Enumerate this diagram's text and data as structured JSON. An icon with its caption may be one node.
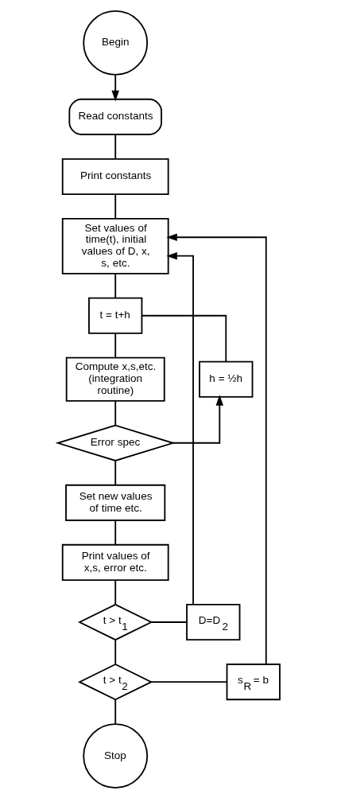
{
  "diagram": {
    "nodes": [
      {
        "text": [
          "Begin"
        ]
      },
      {
        "text": [
          "Read constants"
        ]
      },
      {
        "text": [
          "Print constants"
        ]
      },
      {
        "text": [
          "Set values of time(t), initial values of D, x, s, etc."
        ]
      },
      {
        "text": [
          "t = t+h"
        ]
      },
      {
        "text": [
          "Compute x,s,etc. (integration routine)"
        ]
      },
      {
        "text": [
          "h = ½h"
        ]
      },
      {
        "text": [
          "Error spec"
        ]
      },
      {
        "text": [
          "Set new values of time etc."
        ]
      },
      {
        "text": [
          "Print values of x,s, error etc."
        ]
      },
      {
        "text": [
          "t > t$_{1}$"
        ]
      },
      {
        "text": [
          "D=D$_{2}$"
        ]
      },
      {
        "text": [
          "t > t$_{2}$"
        ]
      },
      {
        "text": [
          "s$_{R}$ = b"
        ]
      },
      {
        "text": [
          "Stop"
        ]
      }
    ],
    "edges": [
      {
        "from": 0,
        "to": 1,
        "arrow": "to"
      },
      {
        "from": 1,
        "to": 2,
        "arrow": "none"
      },
      {
        "from": 2,
        "to": 3,
        "arrow": "none"
      },
      {
        "from": 3,
        "to": 4,
        "arrow": "none"
      },
      {
        "from": 4,
        "to": 5,
        "arrow": "none"
      },
      {
        "from": 5,
        "to": 7,
        "arrow": "none"
      },
      {
        "from": 7,
        "to": 6,
        "arrow": "to"
      },
      {
        "from": 6,
        "to": 4,
        "arrow": "none"
      },
      {
        "from": 7,
        "to": 8,
        "arrow": "none"
      },
      {
        "from": 8,
        "to": 9,
        "arrow": "none"
      },
      {
        "from": 9,
        "to": 10,
        "arrow": "none"
      },
      {
        "from": 10,
        "to": 11,
        "arrow": "none"
      },
      {
        "from": 11,
        "to": 3,
        "arrow": "to"
      },
      {
        "from": 10,
        "to": 12,
        "arrow": "none"
      },
      {
        "from": 12,
        "to": 13,
        "arrow": "none"
      },
      {
        "from": 13,
        "to": 3,
        "arrow": "to"
      },
      {
        "from": 12,
        "to": 14,
        "arrow": "none"
      }
    ]
  }
}
